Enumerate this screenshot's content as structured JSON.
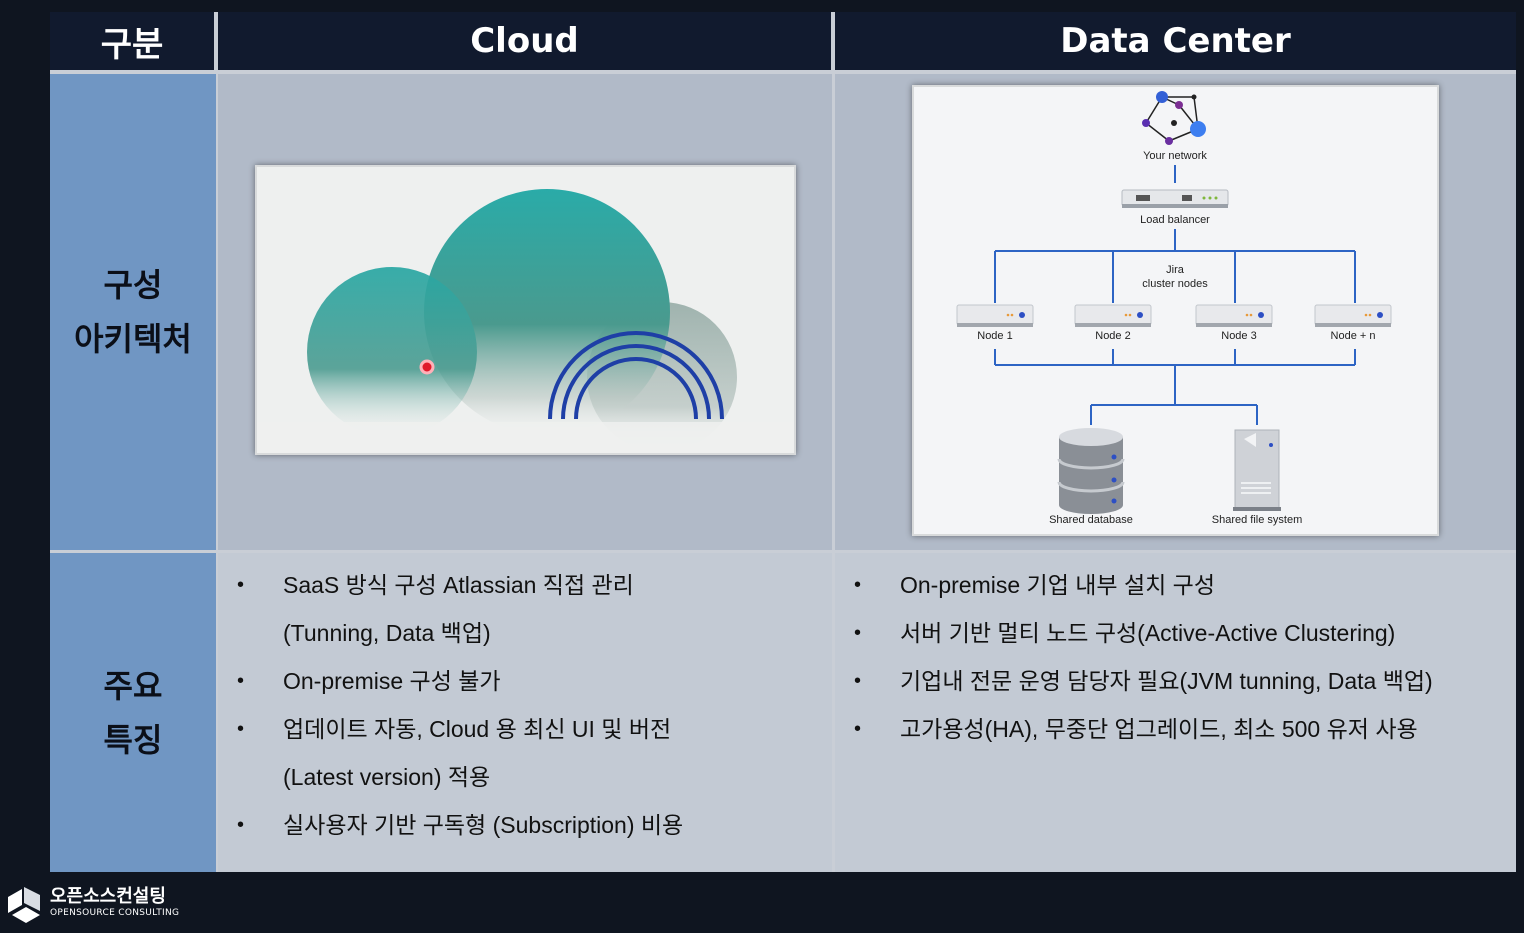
{
  "header": {
    "col0": "구분",
    "col1": "Cloud",
    "col2": "Data Center"
  },
  "rows": {
    "architecture": {
      "line1": "구성",
      "line2": "아키텍처"
    },
    "features": {
      "line1": "주요",
      "line2": "특징"
    }
  },
  "cloud_features": [
    "SaaS 방식 구성 Atlassian 직접 관리",
    "(Tunning, Data 백업)",
    "On-premise 구성 불가",
    "업데이트 자동, Cloud 용 최신 UI 및 버전",
    "(Latest version) 적용",
    "실사용자 기반 구독형 (Subscription)   비용"
  ],
  "dc_features": [
    "On-premise 기업 내부 설치 구성",
    "서버 기반 멀티 노드 구성(Active-Active Clustering)",
    "기업내 전문 운영 담당자 필요(JVM tunning, Data 백업)",
    "고가용성(HA), 무중단 업그레이드, 최소 500 유저 사용"
  ],
  "diagram": {
    "network": "Your network",
    "load_balancer": "Load balancer",
    "cluster_line1": "Jira",
    "cluster_line2": "cluster nodes",
    "nodes": [
      "Node 1",
      "Node 2",
      "Node 3",
      "Node + n"
    ],
    "db": "Shared database",
    "fs": "Shared file system"
  },
  "logo": {
    "ko": "오픈소스컨설팅",
    "en": "OPENSOURCE CONSULTING"
  },
  "colors": {
    "header_bg": "#111a2e",
    "label_bg": "#7096c3",
    "diagram_line": "#2d64c4",
    "cloud_teal": "#2ba8a6"
  }
}
